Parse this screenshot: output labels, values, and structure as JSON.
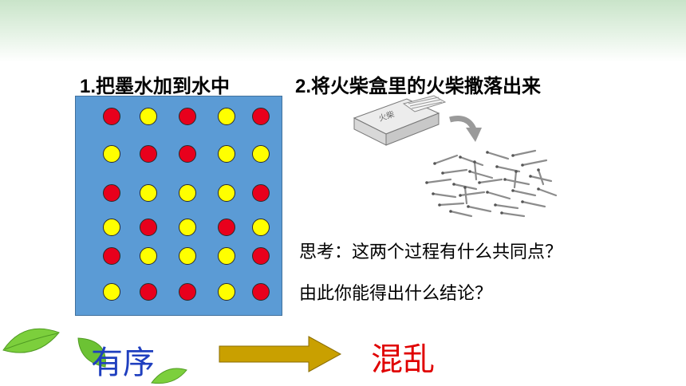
{
  "slide": {
    "heading_left": "1.把墨水加到水中",
    "heading_right": "2.将火柴盒里的火柴撒落出来",
    "matchbox_label": "火柴",
    "question_line1": "思考：这两个过程有什么共同点？",
    "question_line2": "由此你能得出什么结论？",
    "word_ordered": "有序",
    "word_chaos": "混乱"
  },
  "dot_grid": {
    "rows": [
      [
        "red",
        "yellow",
        "red",
        "yellow",
        "red"
      ],
      [
        "yellow",
        "red",
        "red",
        "yellow",
        "yellow"
      ],
      [
        "red",
        "yellow",
        "yellow",
        "yellow",
        "red"
      ],
      [
        "yellow",
        "red",
        "yellow",
        "red",
        "yellow"
      ],
      [
        "red",
        "yellow",
        "yellow",
        "yellow",
        "red"
      ],
      [
        "yellow",
        "red",
        "red",
        "yellow",
        "red"
      ]
    ]
  },
  "colors": {
    "red": "#e8001c",
    "yellow": "#ffff00",
    "grid_background": "#5b9bd5",
    "ordered_text": "#1f3fbf",
    "chaos_text": "#e00000",
    "arrow": "#c9a000",
    "leaf": "#7ccf3c"
  },
  "icons": [
    "leaf-icon",
    "matchbox-icon",
    "curved-arrow-icon",
    "right-arrow-icon"
  ]
}
